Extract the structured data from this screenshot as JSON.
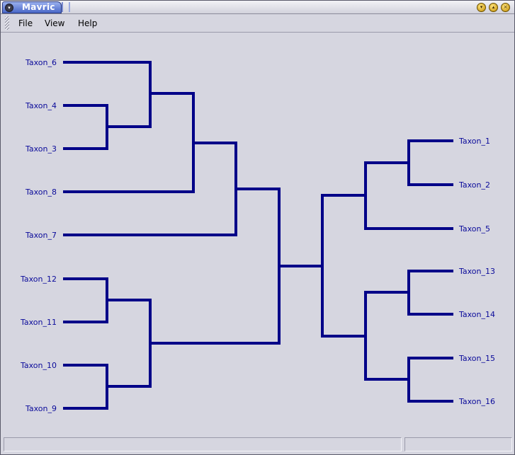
{
  "window": {
    "title": "Mavric"
  },
  "menu": {
    "items": [
      "File",
      "View",
      "Help"
    ]
  },
  "colors": {
    "branch": "#000088",
    "label": "#0a0a9a",
    "background": "#d6d6e0"
  },
  "tree": {
    "left_taxa": [
      "Taxon_6",
      "Taxon_4",
      "Taxon_3",
      "Taxon_8",
      "Taxon_7",
      "Taxon_12",
      "Taxon_11",
      "Taxon_10",
      "Taxon_9"
    ],
    "right_taxa": [
      "Taxon_1",
      "Taxon_2",
      "Taxon_5",
      "Taxon_13",
      "Taxon_14",
      "Taxon_15",
      "Taxon_16"
    ]
  },
  "status": {
    "left": "",
    "right": ""
  }
}
